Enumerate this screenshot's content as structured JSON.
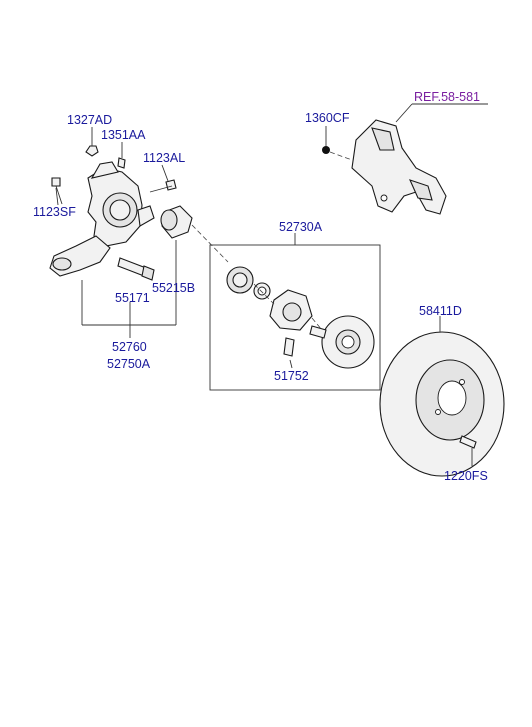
{
  "labels": {
    "p1327AD": "1327AD",
    "p1351AA": "1351AA",
    "p1123AL": "1123AL",
    "p1123SF": "1123SF",
    "p55171": "55171",
    "p55215B": "55215B",
    "p52760": "52760",
    "p52750A": "52750A",
    "p52730A": "52730A",
    "p51752": "51752",
    "p1360CF": "1360CF",
    "ref": "REF.58-581",
    "p58411D": "58411D",
    "p1220FS": "1220FS"
  },
  "colors": {
    "label": "#1a1a9c",
    "reference": "#7a1fa0",
    "line": "#333333"
  }
}
